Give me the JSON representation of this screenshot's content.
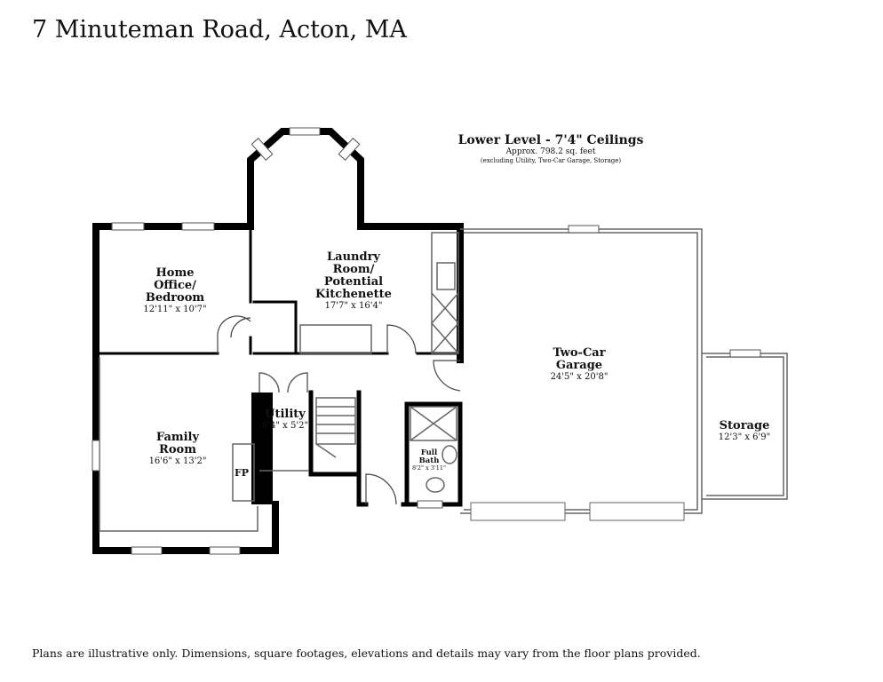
{
  "title": "7 Minuteman Road, Acton, MA",
  "level": {
    "heading": "Lower Level - 7'4\" Ceilings",
    "area": "Approx. 798.2 sq. feet",
    "note": "(excluding Utility, Two-Car Garage, Storage)"
  },
  "rooms": {
    "home_office": {
      "line1": "Home",
      "line2": "Office/",
      "line3": "Bedroom",
      "dims": "12'11\" x 10'7\""
    },
    "laundry": {
      "line1": "Laundry",
      "line2": "Room/",
      "line3": "Potential",
      "line4": "Kitchenette",
      "dims": "17'7\" x 16'4\""
    },
    "garage": {
      "line1": "Two-Car",
      "line2": "Garage",
      "dims": "24'5\" x 20'8\""
    },
    "storage": {
      "line1": "Storage",
      "dims": "12'3\" x 6'9\""
    },
    "family_room": {
      "line1": "Family",
      "line2": "Room",
      "dims": "16'6\" x 13'2\""
    },
    "utility": {
      "line1": "Utility",
      "dims": "6'4\" x 5'2\""
    },
    "full_bath": {
      "line1": "Full",
      "line2": "Bath",
      "dims": "8'2\" x 3'11\""
    },
    "fireplace": {
      "label": "FP"
    }
  },
  "disclaimer": "Plans are illustrative only. Dimensions, square footages, elevations and details may vary from the floor plans provided."
}
